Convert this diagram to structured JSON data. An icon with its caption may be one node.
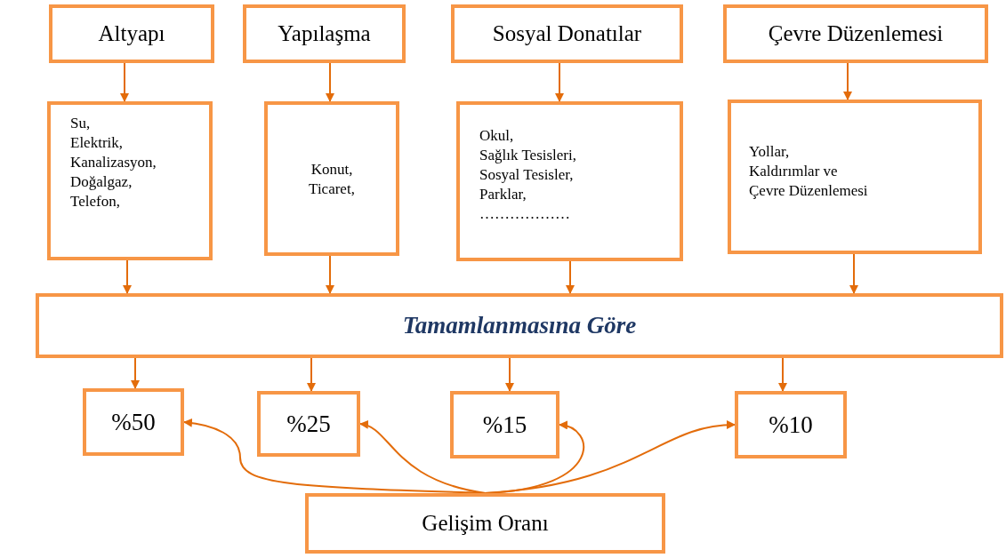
{
  "diagram": {
    "nodes": [
      {
        "text": [
          "Altyapı"
        ]
      },
      {
        "text": [
          "Yapılaşma"
        ]
      },
      {
        "text": [
          "Sosyal Donatılar"
        ]
      },
      {
        "text": [
          "Çevre Düzenlemesi"
        ]
      },
      {
        "text": [
          "Su,",
          "Elektrik,",
          "Kanalizasyon,",
          "Doğalgaz,",
          "Telefon,"
        ]
      },
      {
        "text": [
          "Konut,",
          "Ticaret,"
        ]
      },
      {
        "text": [
          "Okul,",
          "Sağlık Tesisleri,",
          "Sosyal Tesisler,",
          "Parklar,",
          "………………"
        ]
      },
      {
        "text": [
          "Yollar,",
          "Kaldırımlar ve",
          "Çevre Düzenlemesi"
        ]
      },
      {
        "text": [
          "Tamamlanmasına Göre"
        ]
      },
      {
        "text": [
          "%50"
        ]
      },
      {
        "text": [
          "%25"
        ]
      },
      {
        "text": [
          "%15"
        ]
      },
      {
        "text": [
          "%10"
        ]
      },
      {
        "text": [
          "Gelişim Oranı"
        ]
      }
    ],
    "edges": [
      {
        "from": 0,
        "to": 4,
        "arrow": "to"
      },
      {
        "from": 1,
        "to": 5,
        "arrow": "to"
      },
      {
        "from": 2,
        "to": 6,
        "arrow": "to"
      },
      {
        "from": 3,
        "to": 7,
        "arrow": "to"
      },
      {
        "from": 4,
        "to": 8,
        "arrow": "to"
      },
      {
        "from": 5,
        "to": 8,
        "arrow": "to"
      },
      {
        "from": 6,
        "to": 8,
        "arrow": "to"
      },
      {
        "from": 7,
        "to": 8,
        "arrow": "to"
      },
      {
        "from": 8,
        "to": 9,
        "arrow": "to"
      },
      {
        "from": 8,
        "to": 10,
        "arrow": "to"
      },
      {
        "from": 8,
        "to": 11,
        "arrow": "to"
      },
      {
        "from": 8,
        "to": 12,
        "arrow": "to"
      },
      {
        "from": 13,
        "to": 9,
        "arrow": "to"
      },
      {
        "from": 13,
        "to": 10,
        "arrow": "to"
      },
      {
        "from": 13,
        "to": 11,
        "arrow": "to"
      },
      {
        "from": 13,
        "to": 12,
        "arrow": "to"
      }
    ]
  }
}
